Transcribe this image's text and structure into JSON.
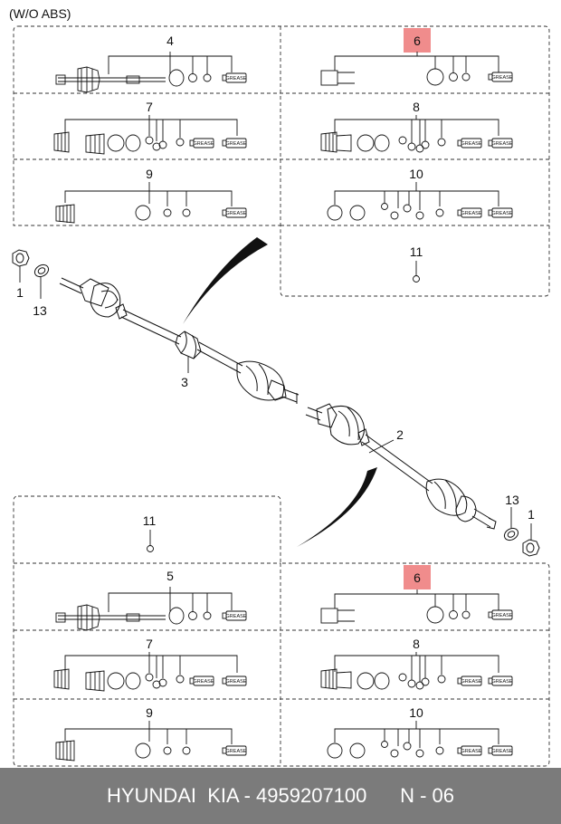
{
  "header": {
    "title": "(W/O ABS)"
  },
  "callouts": {
    "c1": "1",
    "c2": "2",
    "c3": "3",
    "c4": "4",
    "c5": "5",
    "c6": "6",
    "c7": "7",
    "c8": "8",
    "c9": "9",
    "c10": "10",
    "c11": "11",
    "c13": "13"
  },
  "grease_label": "GREASE",
  "highlight_color": "#f08c8c",
  "footer": {
    "brand": "HYUNDAI  KIA - 4959207100",
    "ref": "N - 06"
  }
}
